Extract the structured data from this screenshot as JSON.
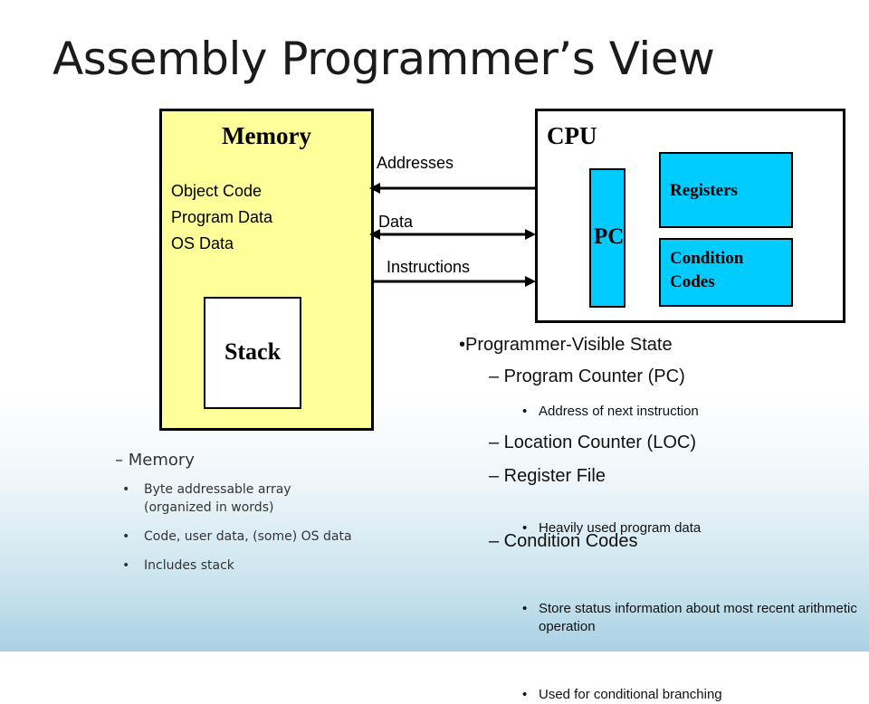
{
  "title": "Assembly Programmer’s View",
  "memory": {
    "title": "Memory",
    "lines": [
      "Object Code",
      "Program Data",
      "OS Data"
    ],
    "stack_label": "Stack"
  },
  "cpu": {
    "title": "CPU",
    "pc_label": "PC",
    "registers_label": "Registers",
    "condition_codes_label": [
      "Condition",
      "Codes"
    ]
  },
  "buses": {
    "addresses": "Addresses",
    "data": "Data",
    "instructions": "Instructions"
  },
  "memory_notes": {
    "heading": "–  Memory",
    "bullets": [
      "Byte addressable array (organized in words)",
      "Code, user data, (some) OS data",
      "Includes stack"
    ]
  },
  "state_notes": {
    "heading": "•Programmer-Visible State",
    "pc": "– Program Counter (PC)",
    "pc_bullet": "Address of next instruction",
    "loc": "– Location Counter (LOC)",
    "register_file": "– Register File",
    "register_bullet": "Heavily used program data",
    "condition_codes": "– Condition Codes",
    "cc_bullets": [
      "Store status information about most recent arithmetic operation",
      "Used for conditional branching"
    ]
  }
}
